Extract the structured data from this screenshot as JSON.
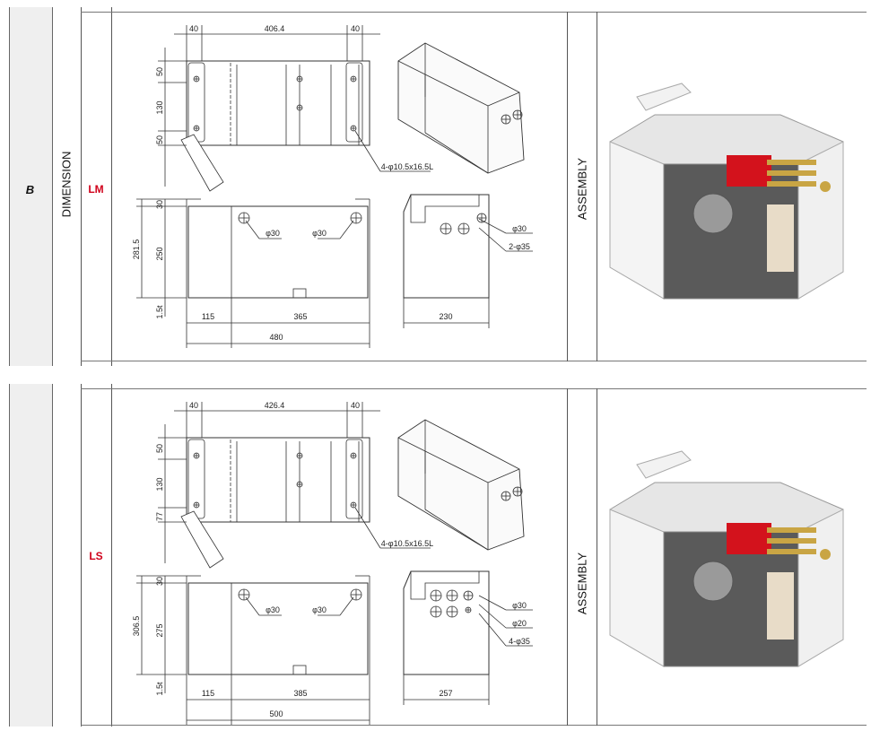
{
  "category": "B",
  "dimension_label": "DIMENSION",
  "assembly_label": "ASSEMBLY",
  "colors": {
    "model_label": "#d0021b",
    "block": "#d3121c",
    "brass": "#c9a544"
  },
  "models": [
    {
      "name": "LM",
      "top": {
        "left": "40",
        "middle": "406.4",
        "right": "40",
        "v1": "50",
        "v2": "130",
        "v3": "50",
        "callout": "4-φ10.5x16.5L"
      },
      "front": {
        "h_total": "281.5",
        "h_flange": "30",
        "h_body": "250",
        "thickness": "1.5t",
        "w_left": "115",
        "w_right": "365",
        "w_total": "480",
        "hole_l": "φ30",
        "hole_r": "φ30"
      },
      "side": {
        "width": "230",
        "notes": [
          "φ30",
          "2-φ35"
        ]
      }
    },
    {
      "name": "LS",
      "top": {
        "left": "40",
        "middle": "426.4",
        "right": "40",
        "v1": "50",
        "v2": "130",
        "v3": "77",
        "callout": "4-φ10.5x16.5L"
      },
      "front": {
        "h_total": "306.5",
        "h_flange": "30",
        "h_body": "275",
        "thickness": "1.5t",
        "w_left": "115",
        "w_right": "385",
        "w_total": "500",
        "hole_l": "φ30",
        "hole_r": "φ30"
      },
      "side": {
        "width": "257",
        "notes": [
          "φ30",
          "φ20",
          "4-φ35"
        ]
      }
    }
  ]
}
